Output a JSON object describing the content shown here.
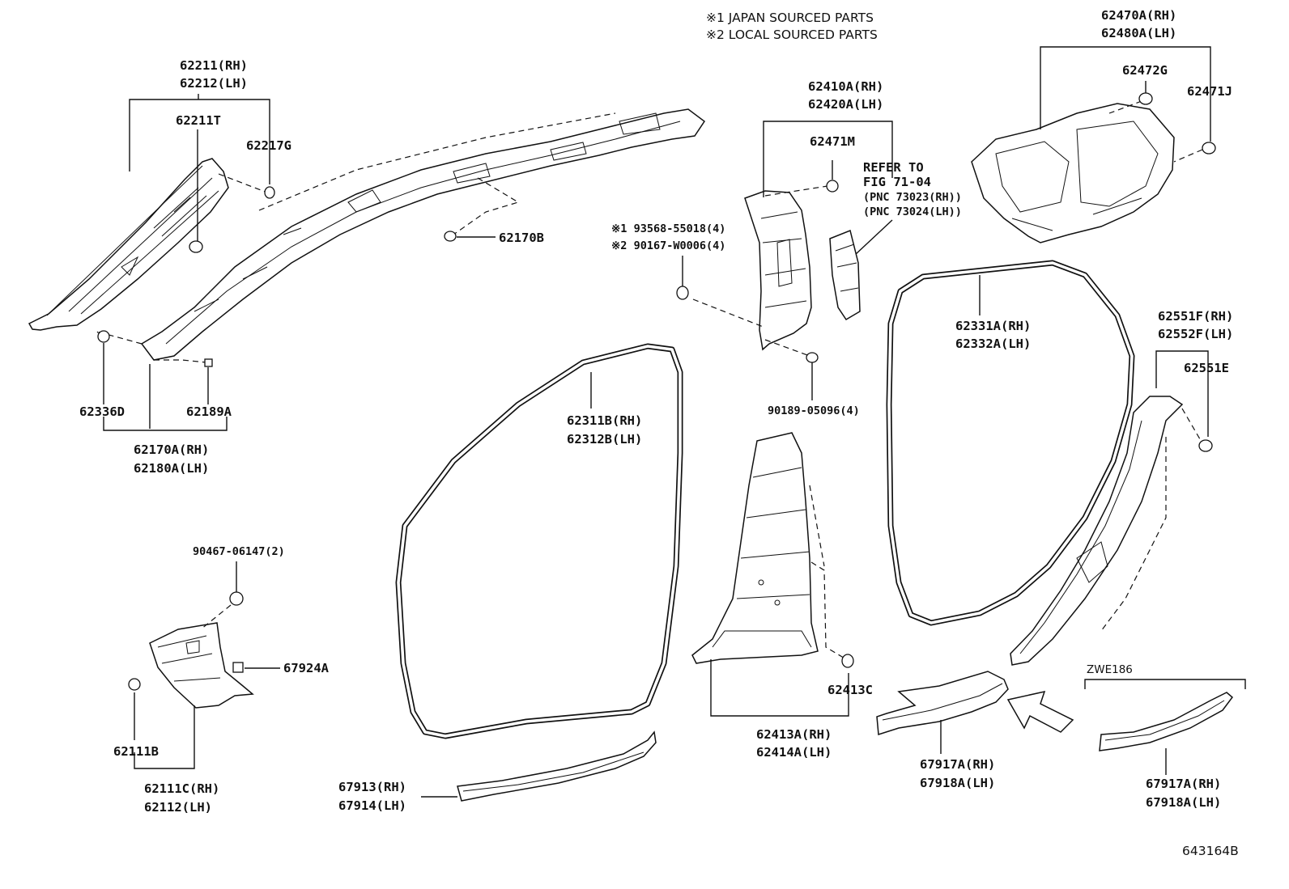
{
  "notes": {
    "japan": "※1 JAPAN SOURCED PARTS",
    "local": "※2 LOCAL SOURCED PARTS"
  },
  "labels": {
    "p62211": "62211(RH)",
    "p62212": "62212(LH)",
    "p62211T": "62211T",
    "p62217G": "62217G",
    "p62170B": "62170B",
    "p62336D": "62336D",
    "p62189A": "62189A",
    "p62170A": "62170A(RH)",
    "p62180A": "62180A(LH)",
    "p62410A": "62410A(RH)",
    "p62420A": "62420A(LH)",
    "p62471M": "62471M",
    "refer1": "REFER TO",
    "refer2": "FIG 71-04",
    "refer3": "(PNC 73023(RH))",
    "refer4": "(PNC 73024(LH))",
    "p93568": "※1 93568-55018(4)",
    "p90167": "※2 90167-W0006(4)",
    "p90189": "90189-05096(4)",
    "p62470A": "62470A(RH)",
    "p62480A": "62480A(LH)",
    "p62472G": "62472G",
    "p62471J": "62471J",
    "p62331A": "62331A(RH)",
    "p62332A": "62332A(LH)",
    "p62551F": "62551F(RH)",
    "p62552F": "62552F(LH)",
    "p62551E": "62551E",
    "p62311B": "62311B(RH)",
    "p62312B": "62312B(LH)",
    "p90467": "90467-06147(2)",
    "p67924A": "67924A",
    "p62111B": "62111B",
    "p62111C": "62111C(RH)",
    "p62112": "62112(LH)",
    "p67913": "67913(RH)",
    "p67914": "67914(LH)",
    "p62413C": "62413C",
    "p62413A": "62413A(RH)",
    "p62414A": "62414A(LH)",
    "p67917A_1": "67917A(RH)",
    "p67918A_1": "67918A(LH)",
    "zwe": "ZWE186",
    "p67917A_2": "67917A(RH)",
    "p67918A_2": "67918A(LH)",
    "figure_id": "643164B"
  }
}
